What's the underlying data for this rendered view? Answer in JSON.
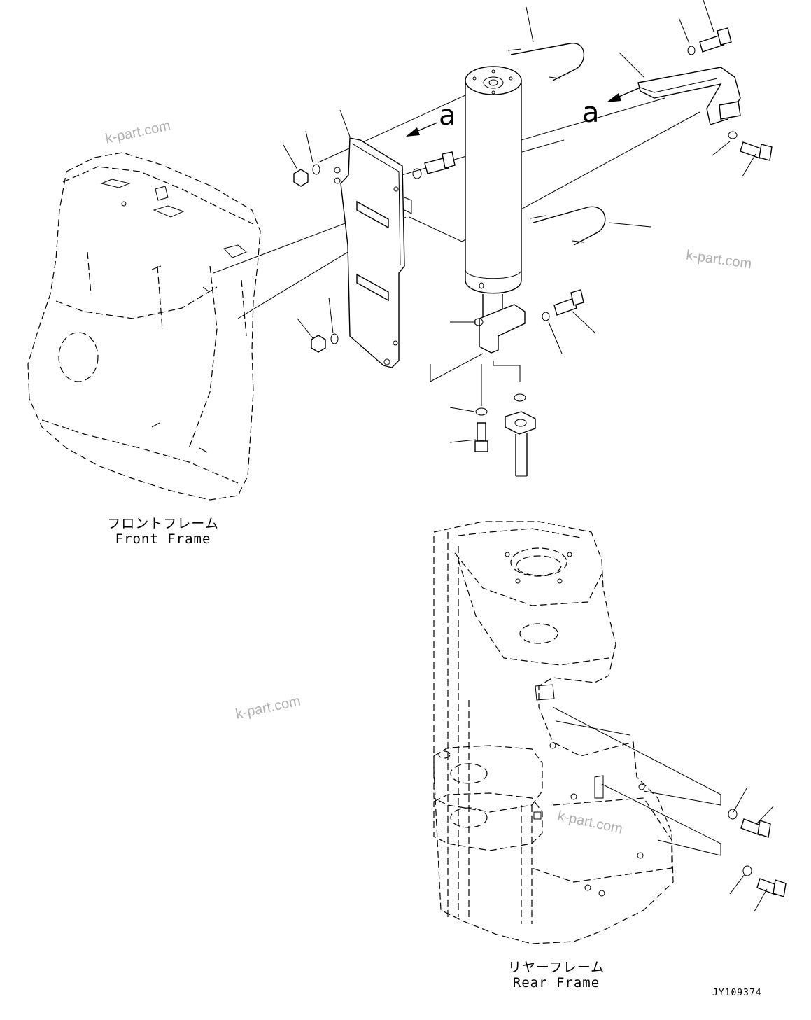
{
  "labels": {
    "front_frame_jp": "フロントフレーム",
    "front_frame_en": "Front Frame",
    "rear_frame_jp": "リヤーフレーム",
    "rear_frame_en": "Rear Frame",
    "callout_a_left": "a",
    "callout_a_right": "a",
    "drawing_number": "JY109374"
  },
  "watermarks": [
    "k-part.com",
    "k-part.com",
    "k-part.com",
    "k-part.com"
  ],
  "colors": {
    "line": "#000000",
    "background": "#ffffff",
    "watermark": "#b0b0b0"
  }
}
